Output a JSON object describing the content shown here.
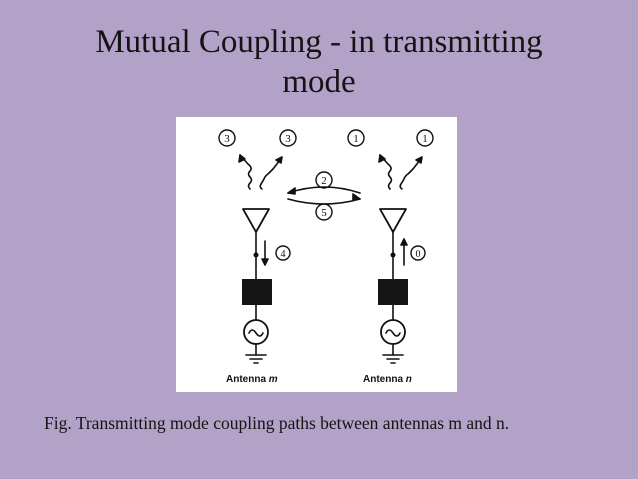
{
  "slide": {
    "title_line1": "Mutual Coupling - in transmitting",
    "title_line2": "mode",
    "caption": "Fig.  Transmitting mode coupling paths between antennas m and n."
  },
  "diagram": {
    "labels": {
      "path_3": "3",
      "path_1": "1",
      "path_2": "2",
      "path_5": "5",
      "path_4": "4",
      "path_0": "0"
    },
    "antenna_m": {
      "label": "Antenna",
      "id": "m"
    },
    "antenna_n": {
      "label": "Antenna",
      "id": "n"
    }
  },
  "colors": {
    "background": "#b2a2c8",
    "text": "#141414",
    "figure_background": "#ffffff",
    "ink": "#111111"
  }
}
